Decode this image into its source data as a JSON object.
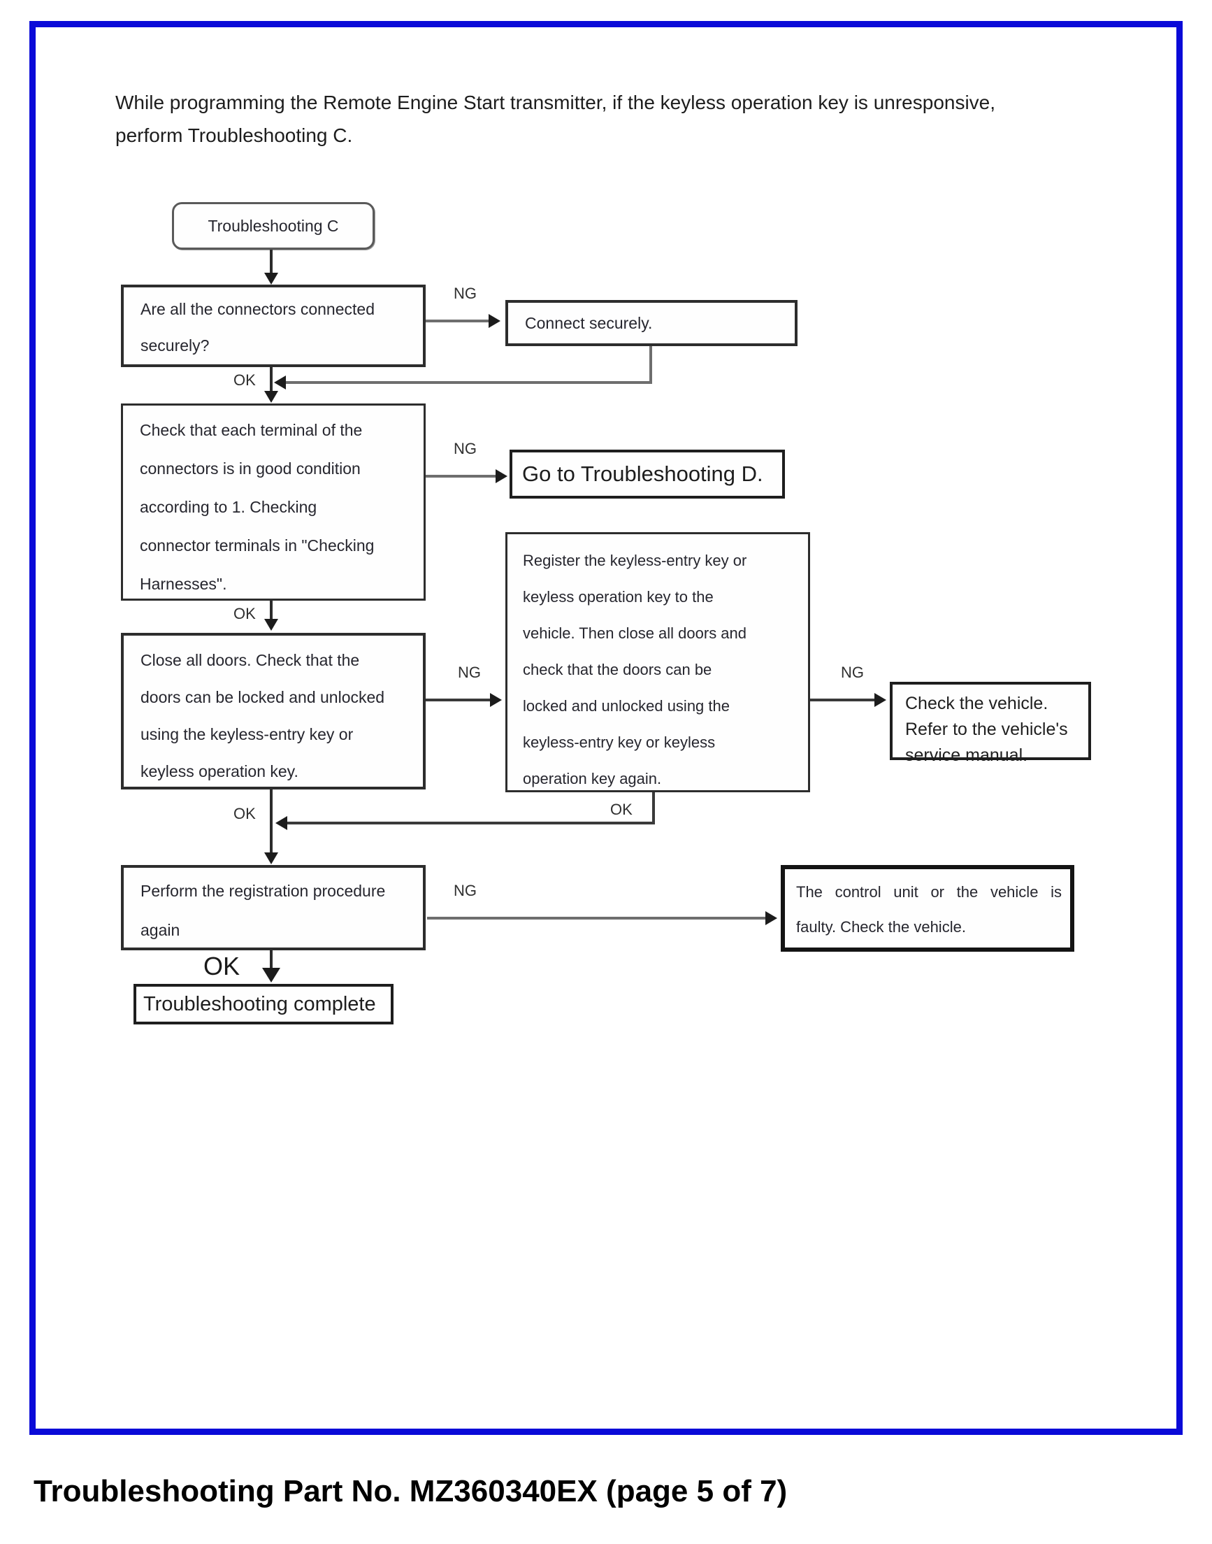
{
  "intro": [
    "While programming the Remote Engine Start transmitter, if the keyless operation key is unresponsive,",
    "perform Troubleshooting C."
  ],
  "flowchart": {
    "start": "Troubleshooting C",
    "nodes": {
      "q_connectors": [
        "Are all the connectors connected",
        "securely?"
      ],
      "connect_securely": "Connect securely.",
      "check_terminals": [
        "Check that each terminal of the",
        "connectors is in good condition",
        "according to 1. Checking",
        "connector terminals in \"Checking",
        "Harnesses\"."
      ],
      "goto_d": "Go to Troubleshooting D.",
      "close_doors": [
        "Close all doors. Check that the",
        "doors can be locked and unlocked",
        "using the keyless-entry key or",
        "keyless operation key."
      ],
      "register_key": [
        "Register the keyless-entry key or",
        "keyless operation key to the",
        "vehicle. Then close all doors and",
        "check that the doors can be",
        "locked and unlocked using the",
        "keyless-entry key or keyless",
        "operation key again."
      ],
      "check_vehicle": [
        "Check the vehicle.",
        "Refer to the vehicle's",
        "service manual."
      ],
      "perform_registration": [
        "Perform the registration procedure",
        "again"
      ],
      "control_unit_faulty": [
        "The control unit or the vehicle is",
        "faulty. Check the vehicle."
      ],
      "complete": "Troubleshooting complete"
    },
    "labels": {
      "ng": "NG",
      "ok": "OK"
    }
  },
  "caption": "Troubleshooting Part No. MZ360340EX (page 5 of 7)"
}
